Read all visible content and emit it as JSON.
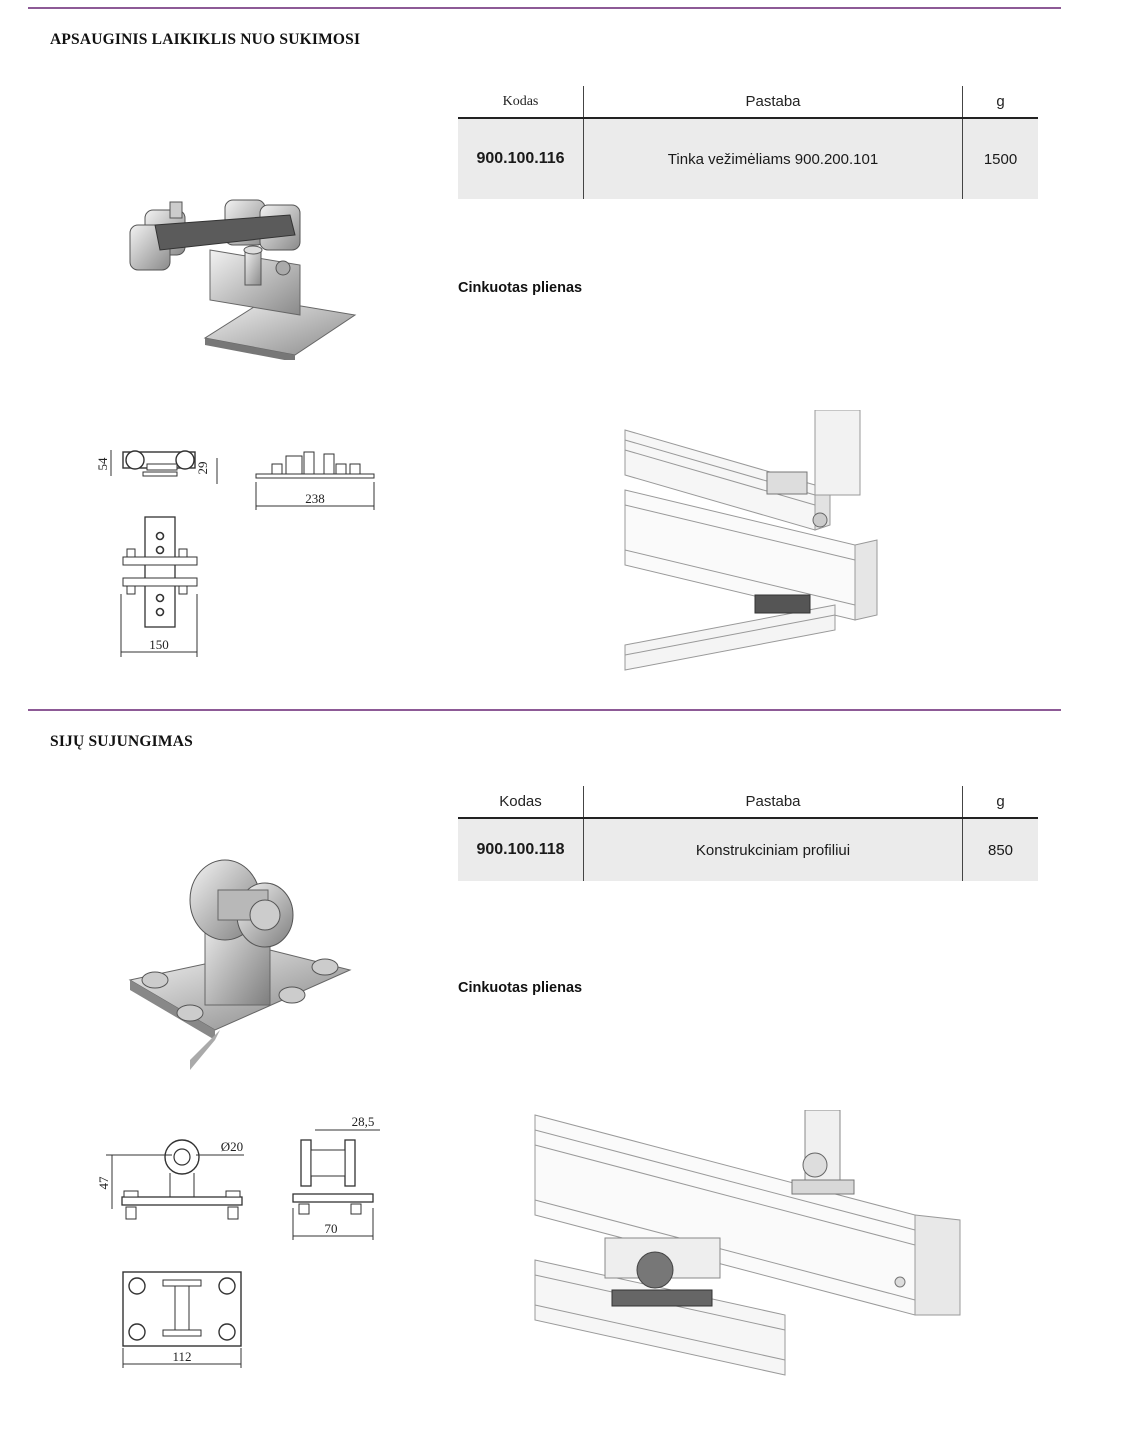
{
  "colors": {
    "rule": "#8d5a96",
    "table_fill": "#ebebeb"
  },
  "sections": [
    {
      "title": "APSAUGINIS LAIKIKLIS NUO SUKIMOSI",
      "table": {
        "headers": [
          "Kodas",
          "Pastaba",
          "g"
        ],
        "row": {
          "code": "900.100.116",
          "note": "Tinka vežimėliams 900.200.101",
          "weight": "1500"
        }
      },
      "material": "Cinkuotas plienas",
      "dims": {
        "height": "54",
        "inner": "29",
        "length": "238",
        "width": "150"
      }
    },
    {
      "title": "SIJŲ SUJUNGIMAS",
      "table": {
        "headers": [
          "Kodas",
          "Pastaba",
          "g"
        ],
        "row": {
          "code": "900.100.118",
          "note": "Konstrukciniam profiliui",
          "weight": "850"
        }
      },
      "material": "Cinkuotas plienas",
      "dims": {
        "diameter": "Ø20",
        "height": "47",
        "offset": "28,5",
        "width": "70",
        "length": "112"
      }
    }
  ]
}
